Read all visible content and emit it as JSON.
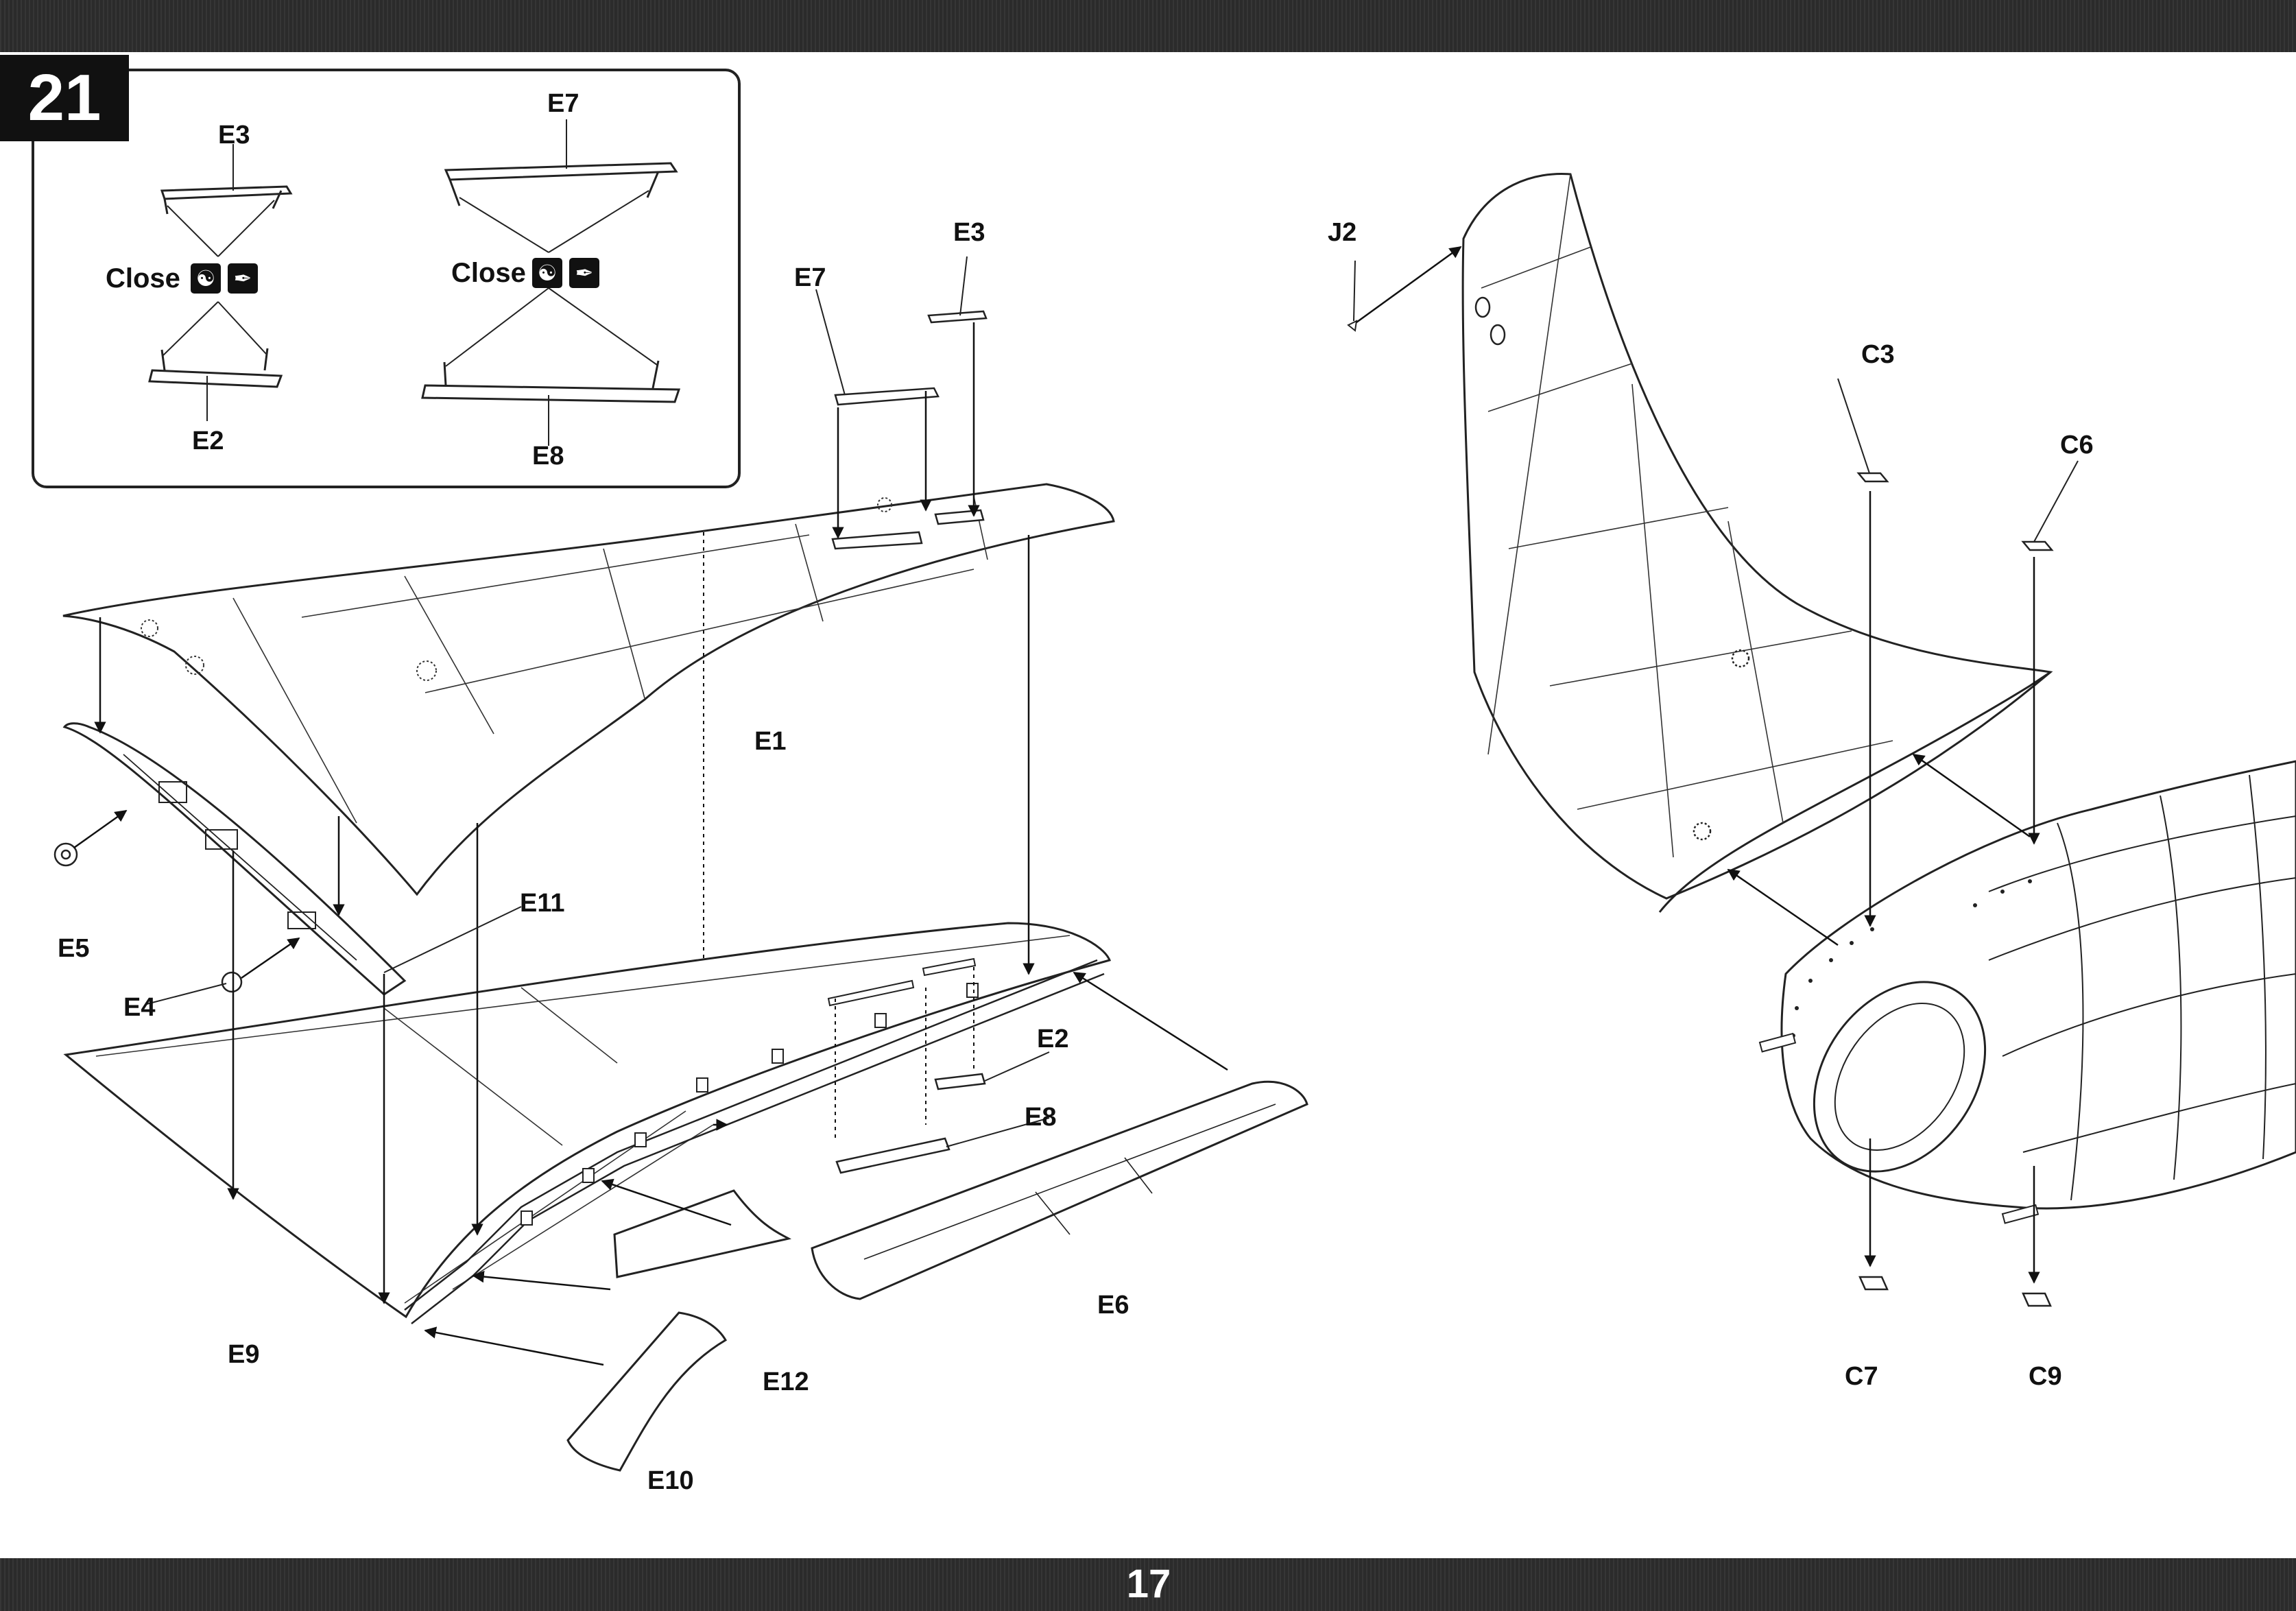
{
  "step": {
    "number": "21"
  },
  "page": {
    "number": "17"
  },
  "inset": {
    "upper_left_part": "E3",
    "lower_left_part": "E2",
    "upper_right_part": "E7",
    "lower_right_part": "E8",
    "close_left": "Close",
    "close_right": "Close",
    "glue_icon": "glue-icon",
    "sanding_icon": "sanding-icon"
  },
  "parts": {
    "e1": "E1",
    "e2": "E2",
    "e3": "E3",
    "e4": "E4",
    "e5": "E5",
    "e6": "E6",
    "e7": "E7",
    "e8": "E8",
    "e9": "E9",
    "e10": "E10",
    "e11": "E11",
    "e12": "E12",
    "c3": "C3",
    "c6": "C6",
    "c7": "C7",
    "c9": "C9",
    "j2": "J2"
  }
}
